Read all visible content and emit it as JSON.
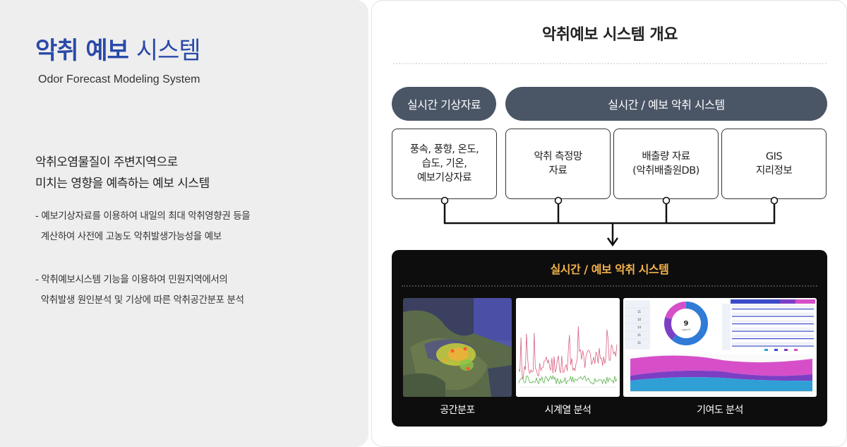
{
  "left": {
    "title_bold": "악취 예보",
    "title_light": "시스템",
    "subtitle": "Odor Forecast Modeling System",
    "lead_line1": "악취오염물질이 주변지역으로",
    "lead_line2": "미치는 영향을 예측하는 예보 시스템",
    "desc1": "- 예보기상자료를 이용하여 내일의 최대 악취영향권 등을\n  계산하여 사전에 고농도 악취발생가능성을 예보",
    "desc2": "- 악취예보시스템 기능을 이용하여 민원지역에서의\n  악취발생 원인분석 및 기상에 따른 악취공간분포 분석"
  },
  "right": {
    "title": "악취예보 시스템 개요",
    "pill_weather": "실시간 기상자료",
    "pill_system": "실시간 / 예보 악취 시스템",
    "box1": "풍속, 풍향, 온도,\n습도, 기온,\n예보기상자료",
    "box2": "악취 측정망\n자료",
    "box3": "배출량 자료\n(악취배출원DB)",
    "box4": "GIS\n지리정보",
    "dark_title": "실시간 / 예보 악취 시스템",
    "cap1": "공간분포",
    "cap2": "시계열 분석",
    "cap3": "기여도 분석",
    "donut_value": "9",
    "donut_unit": "(ug/m³)"
  },
  "colors": {
    "title_blue": "#2a4aa8",
    "pill_gray": "#4a5566",
    "dark_title_orange": "#f3b24a",
    "donut_blue": "#2f7bd6",
    "donut_purple": "#7b3fc4",
    "donut_magenta": "#d64fc9"
  }
}
